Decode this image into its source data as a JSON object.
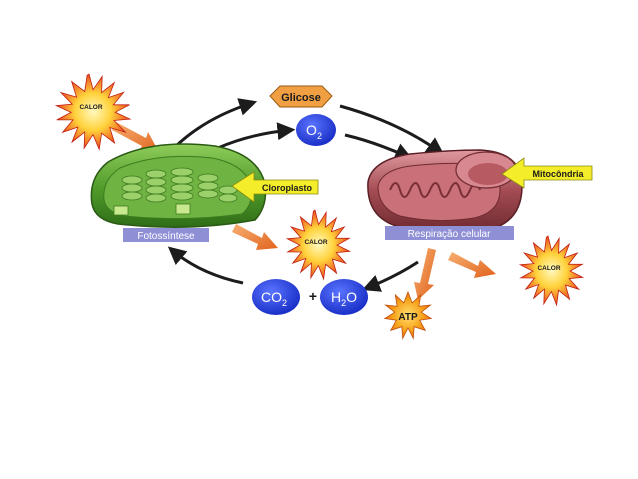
{
  "diagram": {
    "heat_label": "CALOR",
    "glucose_label": "Glicose",
    "o2": {
      "base": "O",
      "sub": "2"
    },
    "co2": {
      "base": "CO",
      "sub": "2"
    },
    "h2o": {
      "pre": "H",
      "sub": "2",
      "post": "O"
    },
    "plus": "+",
    "atp_label": "ATP",
    "chloroplast_pointer": "Cloroplasto",
    "mitochondria_pointer": "Mitocôndria",
    "photosynthesis_caption": "Fotossíntese",
    "respiration_caption": "Respiração celular",
    "colors": {
      "chloroplast_green": "#4f9a2a",
      "mitochondria_red": "#a34b52",
      "molecule_blue": "#2340e0",
      "glucose_orange": "#f0a042",
      "caption_bg": "#8f8fd6",
      "pointer_yellow": "#f4ee2a",
      "heat_red": "#e8321c"
    }
  }
}
